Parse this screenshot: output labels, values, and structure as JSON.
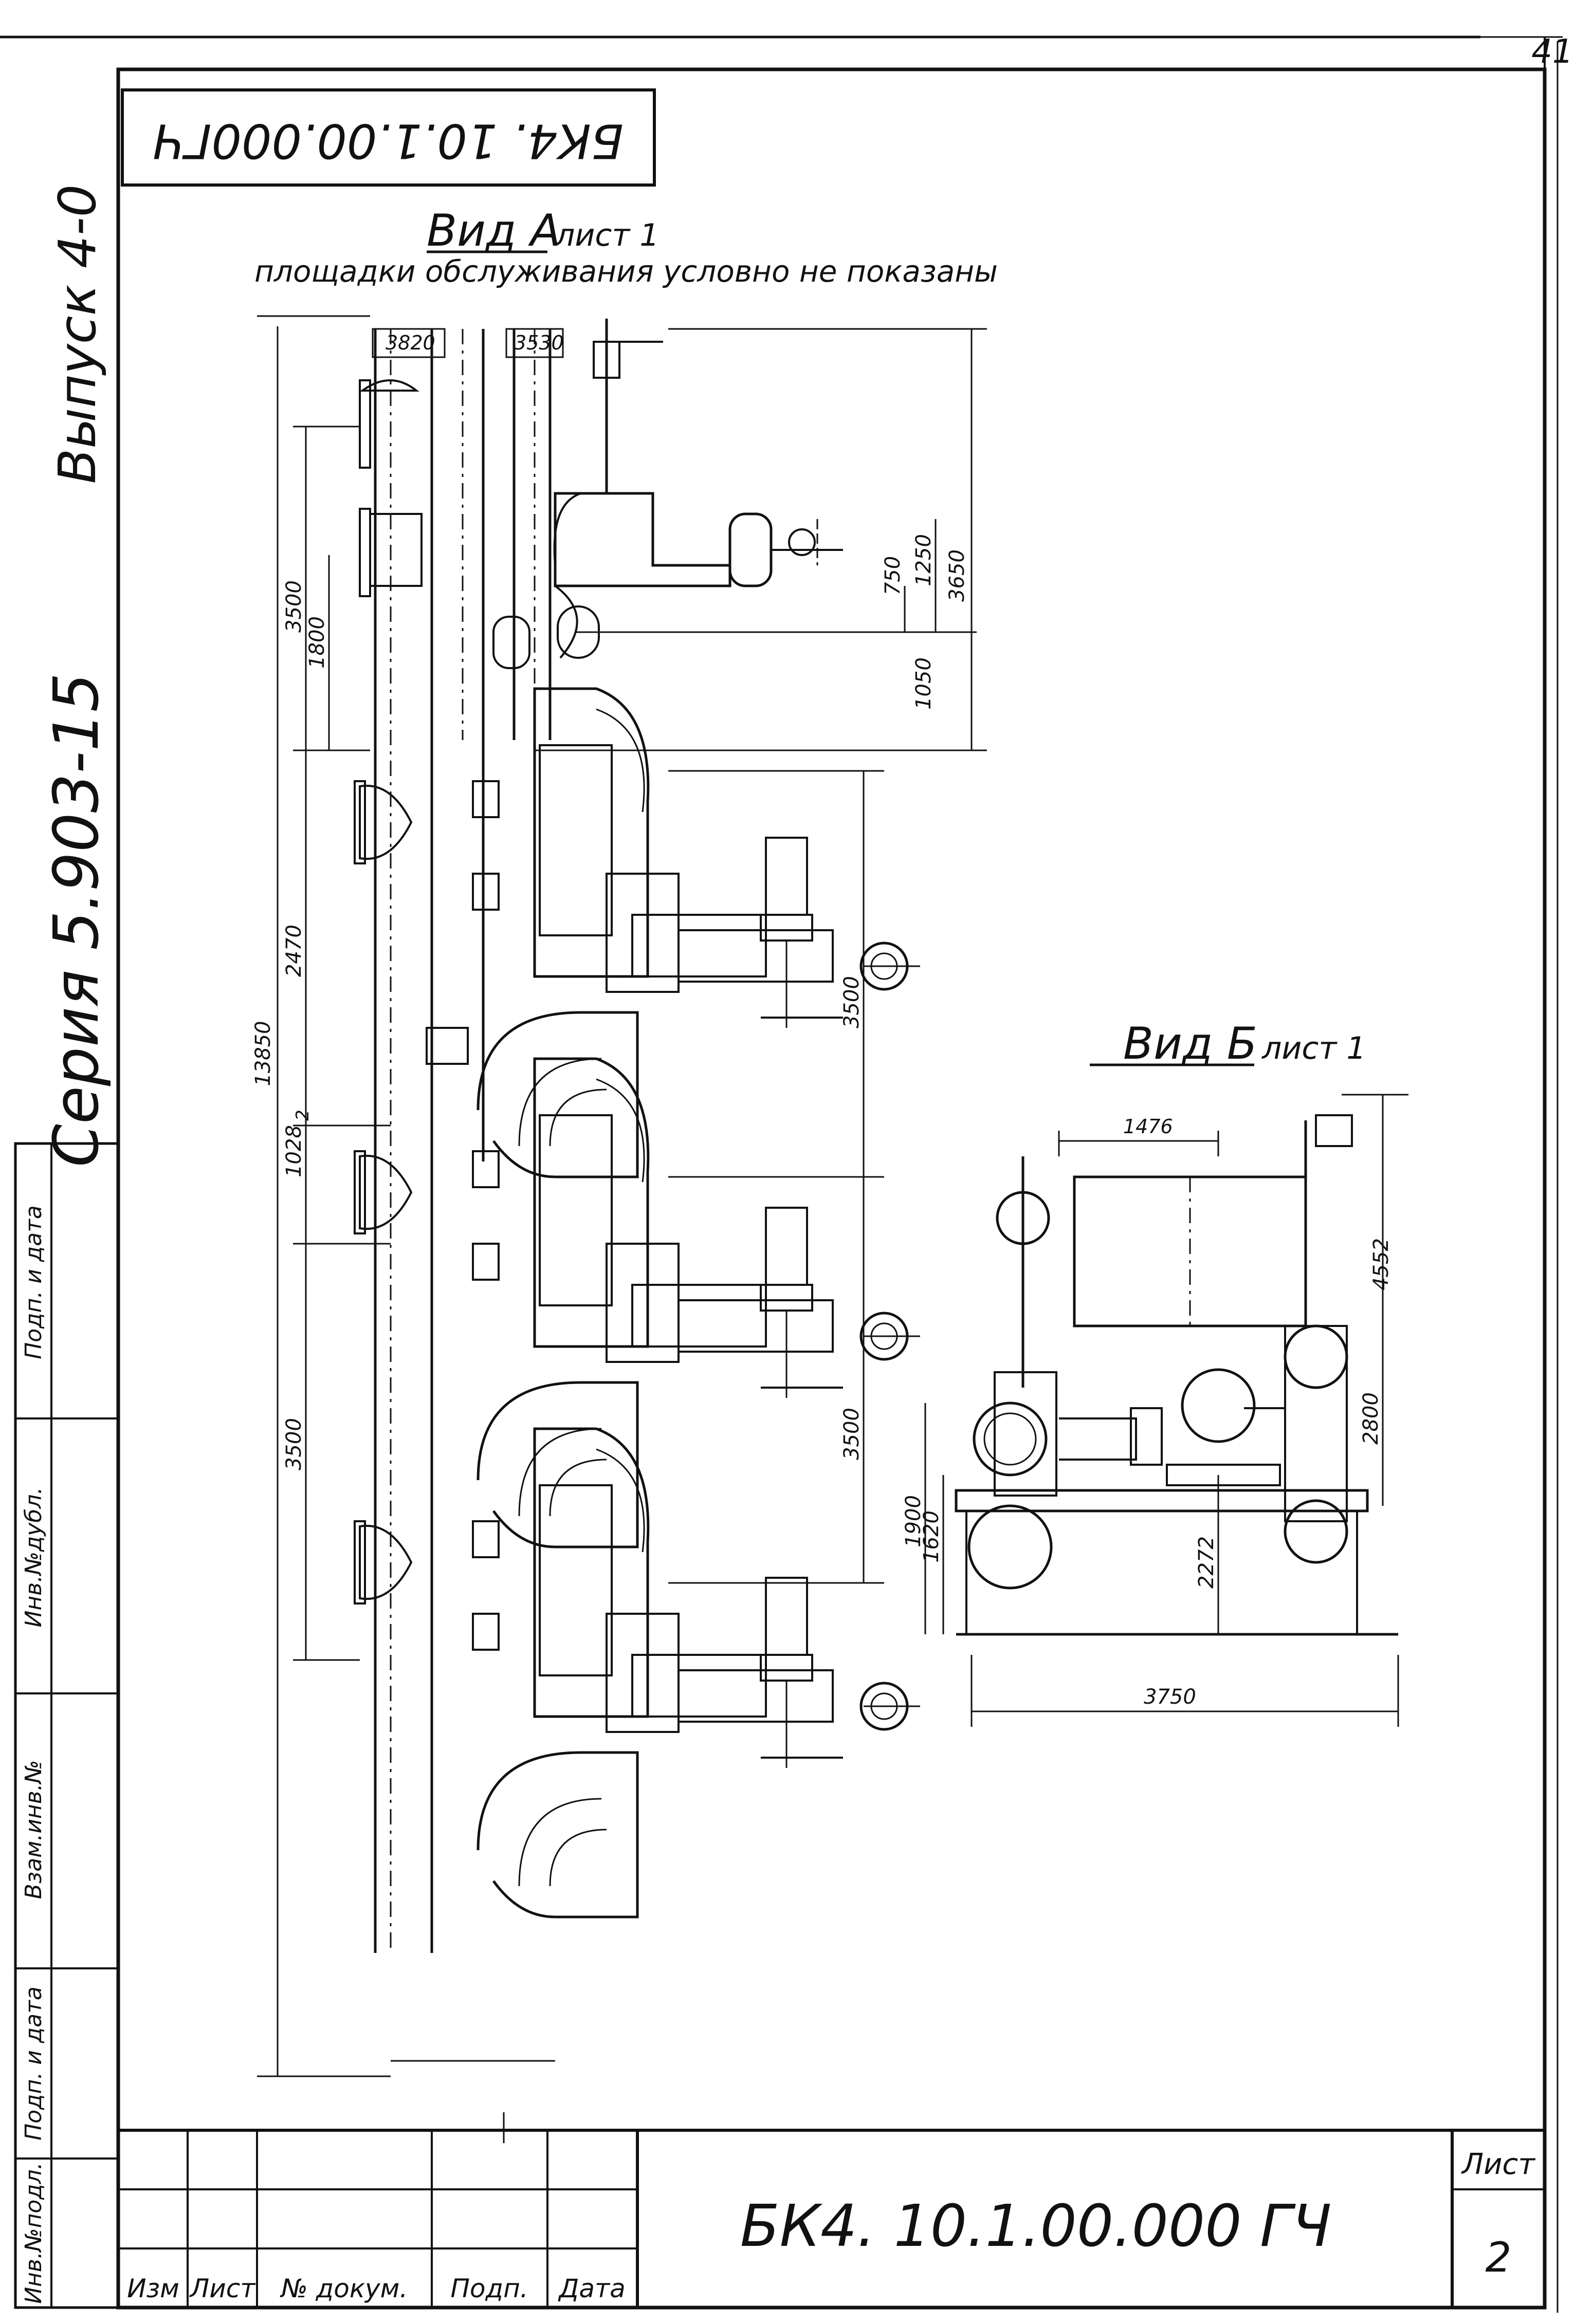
{
  "sheet": {
    "page_number": "41",
    "top_stamp": "БК4. 10.1.00.000ГЧ",
    "side_series": "Серия 5.903-15",
    "side_issue": "Выпуск 4-0",
    "left_strip": {
      "inv_no": "Инв.№подл.",
      "sign_date": "Подп. и дата",
      "replaces": "Взам.инв.№",
      "inv_dup": "Инв.№дубл.",
      "sign_date2": "Подп. и дата"
    }
  },
  "view_a": {
    "title": "Вид А",
    "title_sheet": "лист 1",
    "note": "площадки обслуживания условно не показаны",
    "dims": {
      "d3820": "3820",
      "d3530": "3530",
      "d750": "750",
      "d1250": "1250",
      "d3650": "3650",
      "d1050": "1050",
      "d3500a": "3500",
      "d1800": "1800",
      "d2470": "2470",
      "d13850": "13850",
      "d1028": "1028",
      "d2": "2",
      "d3500b": "3500",
      "d3500c": "3500",
      "d3500d": "3500"
    }
  },
  "view_b": {
    "title": "Вид Б",
    "title_sheet": "лист 1",
    "dims": {
      "d1476": "1476",
      "d4552": "4552",
      "d2800": "2800",
      "d1900": "1900",
      "d1620": "1620",
      "d2272": "2272",
      "d3750": "3750"
    }
  },
  "title_block": {
    "doc_number": "БК4. 10.1.00.000 ГЧ",
    "sheet_label": "Лист",
    "sheet_number": "2",
    "col_izm": "Изм",
    "col_list": "Лист",
    "col_doc": "№ докум.",
    "col_sign": "Подп.",
    "col_date": "Дата"
  }
}
